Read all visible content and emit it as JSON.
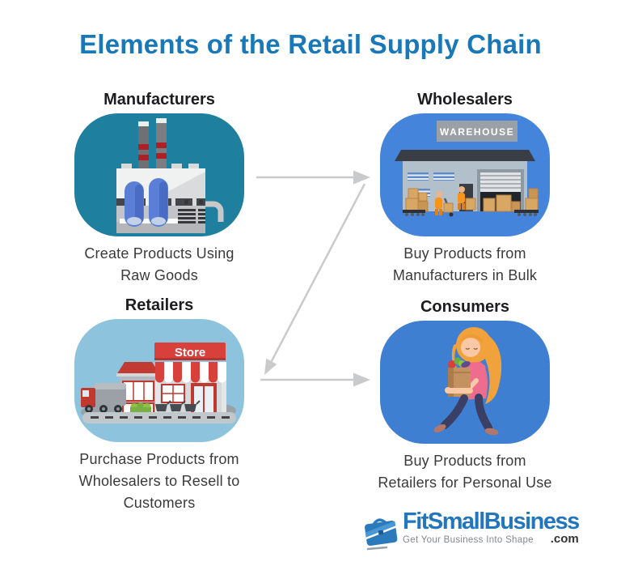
{
  "title": "Elements of the Retail Supply Chain",
  "nodes": {
    "manufacturers": {
      "label": "Manufacturers",
      "caption": "Create Products Using\nRaw Goods",
      "tile_color": "#1f7f9f",
      "illustration": "factory"
    },
    "wholesalers": {
      "label": "Wholesalers",
      "caption": "Buy Products from\nManufacturers in Bulk",
      "tile_color": "#4584db",
      "illustration": "warehouse",
      "sign_text": "WAREHOUSE"
    },
    "retailers": {
      "label": "Retailers",
      "caption": "Purchase Products from\nWholesalers to Resell to\nCustomers",
      "tile_color": "#8dc3dd",
      "illustration": "store",
      "sign_text": "Store"
    },
    "consumers": {
      "label": "Consumers",
      "caption": "Buy Products from\nRetailers for Personal Use",
      "tile_color": "#3f7fd1",
      "illustration": "woman-shopper"
    }
  },
  "connections": [
    {
      "from": "manufacturers",
      "to": "wholesalers"
    },
    {
      "from": "wholesalers",
      "to": "retailers"
    },
    {
      "from": "retailers",
      "to": "consumers"
    }
  ],
  "footer": {
    "brand": "FitSmallBusiness",
    "tld": ".com",
    "tagline": "Get Your Business Into Shape"
  },
  "colors": {
    "title_blue": "#1878b8",
    "heading_text": "#1d1d1f",
    "caption_text": "#3a3a3b",
    "arrow_gray": "#c9cacb",
    "brand_blue": "#2176bd",
    "tagline_gray": "#84878a",
    "tld_dark": "#333333"
  }
}
